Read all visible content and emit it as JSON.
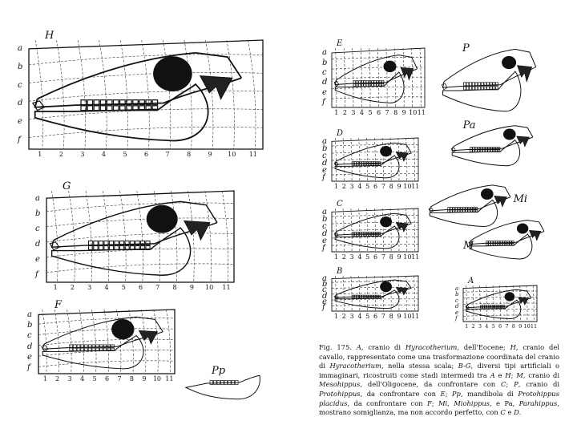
{
  "figure": {
    "panels": {
      "H": {
        "label": "H",
        "rows": [
          "a",
          "b",
          "c",
          "d",
          "e",
          "f"
        ],
        "cols": [
          "1",
          "2",
          "3",
          "4",
          "5",
          "6",
          "7",
          "8",
          "9",
          "10",
          "11"
        ]
      },
      "G": {
        "label": "G",
        "rows": [
          "a",
          "b",
          "c",
          "d",
          "e",
          "f"
        ],
        "cols": [
          "1",
          "2",
          "3",
          "4",
          "5",
          "6",
          "7",
          "8",
          "9",
          "10",
          "11"
        ]
      },
      "F": {
        "label": "F",
        "rows": [
          "a",
          "b",
          "c",
          "d",
          "e",
          "f"
        ],
        "cols": [
          "1",
          "2",
          "3",
          "4",
          "5",
          "6",
          "7",
          "8",
          "9",
          "10",
          "11"
        ]
      },
      "E": {
        "label": "E",
        "rows": [
          "a",
          "b",
          "c",
          "d",
          "e",
          "f"
        ],
        "cols": [
          "1",
          "2",
          "3",
          "4",
          "5",
          "6",
          "7",
          "8",
          "9",
          "10",
          "11"
        ]
      },
      "D": {
        "label": "D",
        "rows": [
          "a",
          "b",
          "c",
          "d",
          "e",
          "f"
        ],
        "cols": [
          "1",
          "2",
          "3",
          "4",
          "5",
          "6",
          "7",
          "8",
          "9",
          "10",
          "11"
        ]
      },
      "C": {
        "label": "C",
        "rows": [
          "a",
          "b",
          "c",
          "d",
          "e",
          "f"
        ],
        "cols": [
          "1",
          "2",
          "3",
          "4",
          "5",
          "6",
          "7",
          "8",
          "9",
          "10",
          "11"
        ]
      },
      "B": {
        "label": "B",
        "rows": [
          "a",
          "b",
          "c",
          "d",
          "e",
          "f"
        ],
        "cols": [
          "1",
          "2",
          "3",
          "4",
          "5",
          "6",
          "7",
          "8",
          "9",
          "10",
          "11"
        ]
      },
      "A": {
        "label": "A",
        "rows": [
          "a",
          "b",
          "c",
          "d",
          "e",
          "f"
        ],
        "cols": [
          "1",
          "2",
          "3",
          "4",
          "5",
          "6",
          "7",
          "8",
          "9",
          "10",
          "11"
        ]
      }
    },
    "skulls": {
      "P": "P",
      "Pa": "Pa",
      "Mi": "Mi",
      "M": "M",
      "Pp": "Pp"
    }
  },
  "caption": {
    "fig_no": "Fig. 175.",
    "segments": [
      {
        "t": " ",
        "i": false
      },
      {
        "t": "A",
        "i": true
      },
      {
        "t": ", cranio di ",
        "i": false
      },
      {
        "t": "Hyracotherium",
        "i": true
      },
      {
        "t": ", dell'Eocene; ",
        "i": false
      },
      {
        "t": "H",
        "i": true
      },
      {
        "t": ", cranio del cavallo, rappresentato come una trasformazione coordinata del cranio di ",
        "i": false
      },
      {
        "t": "Hyracotherium",
        "i": true
      },
      {
        "t": ", nella stessa scala; ",
        "i": false
      },
      {
        "t": "B-G",
        "i": true
      },
      {
        "t": ", diversi tipi artificiali o immaginari, ricostruiti come stadi intermedi tra ",
        "i": false
      },
      {
        "t": "A",
        "i": true
      },
      {
        "t": " e ",
        "i": false
      },
      {
        "t": "H",
        "i": true
      },
      {
        "t": "; ",
        "i": false
      },
      {
        "t": "M",
        "i": true
      },
      {
        "t": ", cranio di ",
        "i": false
      },
      {
        "t": "Mesohippus",
        "i": true
      },
      {
        "t": ", dell'Oligocene, da confrontare con ",
        "i": false
      },
      {
        "t": "C",
        "i": true
      },
      {
        "t": "; ",
        "i": false
      },
      {
        "t": "P",
        "i": true
      },
      {
        "t": ", cranio di ",
        "i": false
      },
      {
        "t": "Protohippus",
        "i": true
      },
      {
        "t": ", da confrontare con ",
        "i": false
      },
      {
        "t": "E",
        "i": true
      },
      {
        "t": "; ",
        "i": false
      },
      {
        "t": "Pp",
        "i": true
      },
      {
        "t": ", mandibola di ",
        "i": false
      },
      {
        "t": "Protohippus placidus",
        "i": true
      },
      {
        "t": ", da confrontare con ",
        "i": false
      },
      {
        "t": "F",
        "i": true
      },
      {
        "t": "; ",
        "i": false
      },
      {
        "t": "Mi",
        "i": true
      },
      {
        "t": ", ",
        "i": false
      },
      {
        "t": "Miohippus",
        "i": true
      },
      {
        "t": ", e Pa, ",
        "i": false
      },
      {
        "t": "Parahippus",
        "i": true
      },
      {
        "t": ", mostrano somiglianza, ma non accordo perfetto, con ",
        "i": false
      },
      {
        "t": "C",
        "i": true
      },
      {
        "t": " e ",
        "i": false
      },
      {
        "t": "D",
        "i": true
      },
      {
        "t": ".",
        "i": false
      }
    ]
  }
}
